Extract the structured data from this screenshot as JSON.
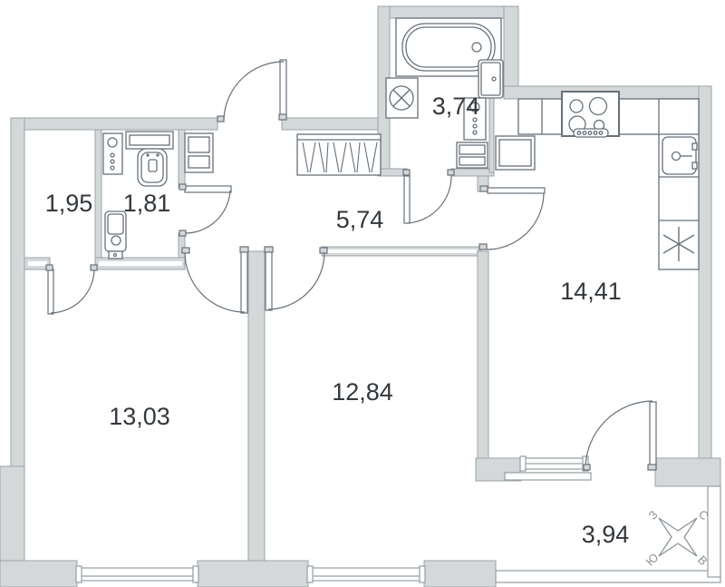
{
  "plan": {
    "type": "apartment-floor-plan",
    "units": "m2-areas-comma-decimal"
  },
  "rooms": {
    "closet": "1,95",
    "wc": "1,81",
    "bathroom": "3,74",
    "hallway": "5,74",
    "kitchen": "14,41",
    "living": "13,03",
    "bedroom": "12,84",
    "balcony": "3,94"
  },
  "compass": {
    "north": "С",
    "south": "Ю",
    "west": "З",
    "east": "В"
  },
  "colors": {
    "wall_fill": "#d5d8d9",
    "wall_stroke": "#9aa3a8",
    "line_dark": "#66717a",
    "text": "#33383d"
  }
}
